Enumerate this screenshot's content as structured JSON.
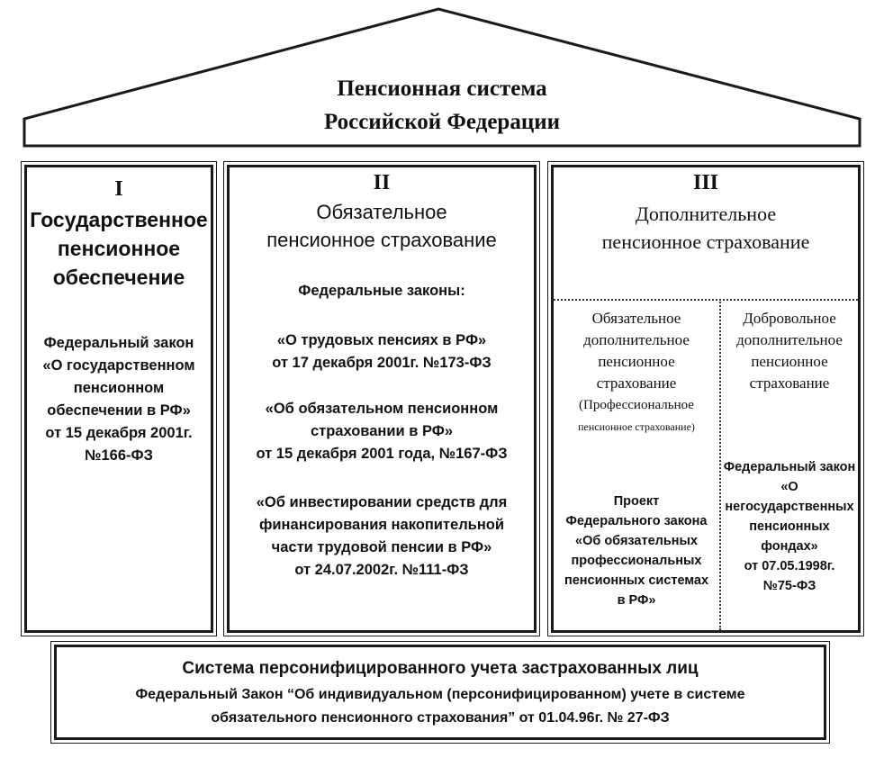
{
  "roof": {
    "title_line1": "Пенсионная система",
    "title_line2": "Российской Федерации"
  },
  "col1": {
    "number": "I",
    "title_lines": [
      "Государственное",
      "пенсионное",
      "обеспечение"
    ],
    "law_lines": [
      "Федеральный закон",
      "«О государственном",
      "пенсионном",
      "обеспечении в РФ»",
      "от 15 декабря 2001г.",
      "№166-ФЗ"
    ]
  },
  "col2": {
    "number": "II",
    "title_lines": [
      "Обязательное",
      "пенсионное страхование"
    ],
    "subheading": "Федеральные законы:",
    "law1_lines": [
      "«О трудовых пенсиях в РФ»",
      "от 17 декабря 2001г.  №173-ФЗ"
    ],
    "law2_lines": [
      "«Об обязательном пенсионном",
      "страховании в РФ»",
      "от 15 декабря 2001 года,  №167-ФЗ"
    ],
    "law3_lines": [
      "«Об инвестировании средств для",
      "финансирования  накопительной",
      "части  трудовой пенсии в РФ»",
      "от 24.07.2002г. №111-ФЗ"
    ]
  },
  "col3": {
    "number": "III",
    "title_lines": [
      "Дополнительное",
      "пенсионное страхование"
    ],
    "left_title_lines": [
      "Обязательное",
      "дополнительное",
      "пенсионное",
      "страхование",
      "(Профессиональное",
      "пенсионное страхование)"
    ],
    "left_law_lines": [
      "Проект",
      "Федерального закона",
      "«Об обязательных",
      "профессиональных",
      "пенсионных системах",
      "в РФ»"
    ],
    "right_title_lines": [
      "Добровольное",
      "дополнительное",
      "пенсионное",
      "страхование"
    ],
    "right_law_lines": [
      "Федеральный закон",
      "«О",
      "негосударственных",
      "пенсионных",
      "фондах»",
      "от 07.05.1998г.",
      "№75-ФЗ"
    ]
  },
  "footer": {
    "title": "Система персонифицированного учета застрахованных лиц",
    "line2": "Федеральный Закон “Об индивидуальном (персонифицированном)  учете в системе",
    "line3": "обязательного пенсионного страхования” от 01.04.96г. № 27-ФЗ"
  }
}
